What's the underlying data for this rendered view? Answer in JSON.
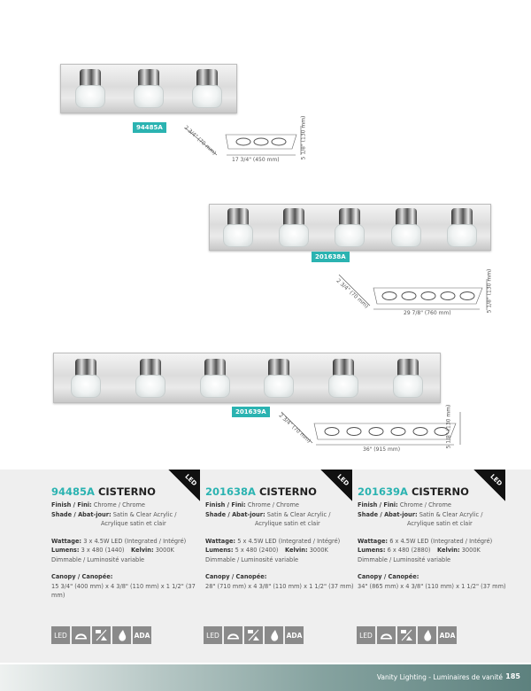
{
  "fixtures": [
    {
      "code": "94485A",
      "lights": 3,
      "width": "17 3/4\" (450 mm)",
      "height": "5 1/8\" (130 mm)",
      "depth": "2 3/4\" (70 mm)"
    },
    {
      "code": "201638A",
      "lights": 5,
      "width": "29 7/8\" (760 mm)",
      "height": "5 1/8\" (130 mm)",
      "depth": "2 3/4\" (70 mm)"
    },
    {
      "code": "201639A",
      "lights": 6,
      "width": "36\" (915 mm)",
      "height": "5 1/8\" (130 mm)",
      "depth": "2 3/4\" (70 mm)"
    }
  ],
  "products": [
    {
      "code": "94485A",
      "name": "CISTERNO",
      "badge": "LED",
      "finish_label": "Finish / Fini:",
      "finish": "Chrome / Chrome",
      "shade_label": "Shade / Abat-jour:",
      "shade": "Satin & Clear Acrylic /",
      "shade2": "Acrylique satin et clair",
      "wattage_label": "Wattage:",
      "wattage": "3 x 4.5W LED (Integrated / Intégré)",
      "lumens_label": "Lumens:",
      "lumens": "3 x 480 (1440)",
      "kelvin_label": "Kelvin:",
      "kelvin": "3000K",
      "dimmable": "Dimmable / Luminosité variable",
      "canopy_label": "Canopy / Canopée:",
      "canopy": "15 3/4\" (400 mm) x 4 3/8\" (110 mm) x 1 1/2\" (37 mm)"
    },
    {
      "code": "201638A",
      "name": "CISTERNO",
      "badge": "LED",
      "finish_label": "Finish / Fini:",
      "finish": "Chrome / Chrome",
      "shade_label": "Shade / Abat-jour:",
      "shade": "Satin & Clear Acrylic /",
      "shade2": "Acrylique satin et clair",
      "wattage_label": "Wattage:",
      "wattage": "5 x 4.5W LED (Integrated / Intégré)",
      "lumens_label": "Lumens:",
      "lumens": "5 x 480 (2400)",
      "kelvin_label": "Kelvin:",
      "kelvin": "3000K",
      "dimmable": "Dimmable / Luminosité variable",
      "canopy_label": "Canopy / Canopée:",
      "canopy": "28\" (710 mm) x 4 3/8\" (110 mm) x 1 1/2\" (37 mm)"
    },
    {
      "code": "201639A",
      "name": "CISTERNO",
      "badge": "LED",
      "finish_label": "Finish / Fini:",
      "finish": "Chrome / Chrome",
      "shade_label": "Shade / Abat-jour:",
      "shade": "Satin & Clear Acrylic /",
      "shade2": "Acrylique satin et clair",
      "wattage_label": "Wattage:",
      "wattage": "6 x 4.5W LED (Integrated / Intégré)",
      "lumens_label": "Lumens:",
      "lumens": "6 x 480 (2880)",
      "kelvin_label": "Kelvin:",
      "kelvin": "3000K",
      "dimmable": "Dimmable / Luminosité variable",
      "canopy_label": "Canopy / Canopée:",
      "canopy": "34\" (865 mm) x 4 3/8\" (110 mm) x 1 1/2\" (37 mm)"
    }
  ],
  "icons": {
    "led": "LED",
    "ada": "ADA"
  },
  "footer": {
    "section": "Vanity Lighting - Luminaires de vanité",
    "page": "185"
  },
  "colors": {
    "accent": "#2bb3b1"
  }
}
